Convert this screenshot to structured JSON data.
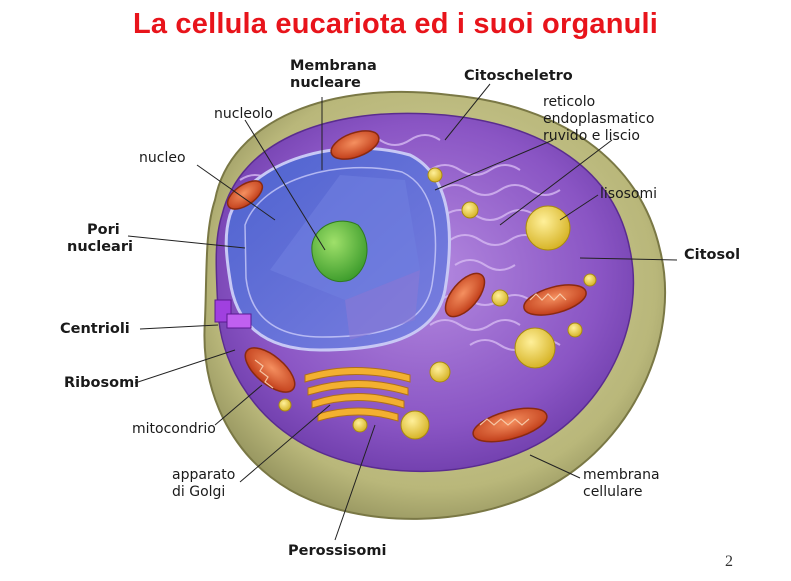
{
  "title": "La cellula eucariota ed i suoi organuli",
  "labels": {
    "membrana_nucleare": [
      "Membrana",
      "nucleare"
    ],
    "citoscheletro": "Citoscheletro",
    "reticolo": [
      "reticolo",
      "endoplasmatico",
      "ruvido e liscio"
    ],
    "nucleolo": "nucleolo",
    "nucleo": "nucleo",
    "lisosomi": "lisosomi",
    "pori_nucleari": [
      "Pori",
      "nucleari"
    ],
    "citosol": "Citosol",
    "centrioli": "Centrioli",
    "ribosomi": "Ribosomi",
    "mitocondrio": "mitocondrio",
    "apparato_golgi": [
      "apparato",
      "di Golgi"
    ],
    "membrana_cellulare": [
      "membrana",
      "cellulare"
    ],
    "perossisomi": "Perossisomi"
  },
  "page_number": "2",
  "colors": {
    "title": "#e8141b",
    "cytoplasm": "#8e5bc4",
    "nucleus": "#5a6fd6",
    "nucleolus": "#5fbf3a",
    "mitochondria": "#e05a2a",
    "golgi": "#f0a020",
    "lysosome": "#e8d040",
    "membrane": "#c9c48a"
  }
}
